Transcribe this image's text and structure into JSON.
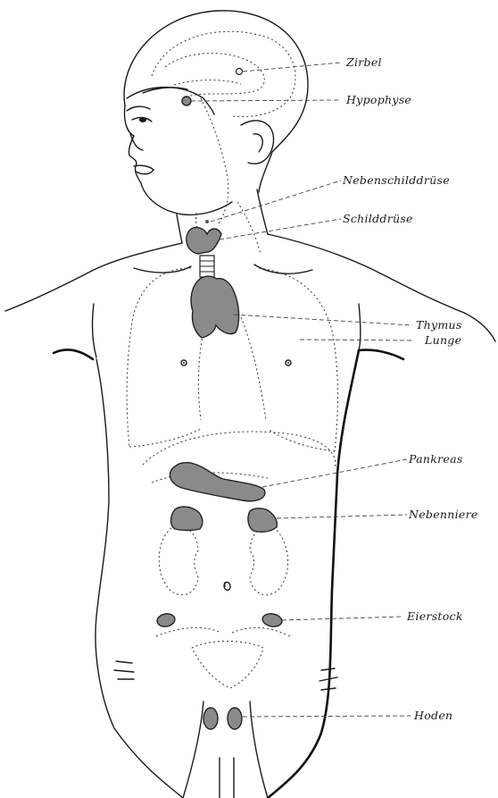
{
  "labels": {
    "zirbel": "Zirbel",
    "hypophyse": "Hypophyse",
    "nebenschilddruese": "Nebenschilddrüse",
    "schilddruese": "Schilddrüse",
    "thymus": "Thymus",
    "lunge": "Lunge",
    "pankreas": "Pankreas",
    "nebenniere": "Nebenniere",
    "eierstock": "Eierstock",
    "hoden": "Hoden"
  },
  "colors": {
    "line": "#1a1a1a",
    "gland_fill": "#8a8a8a",
    "background": "#ffffff"
  }
}
